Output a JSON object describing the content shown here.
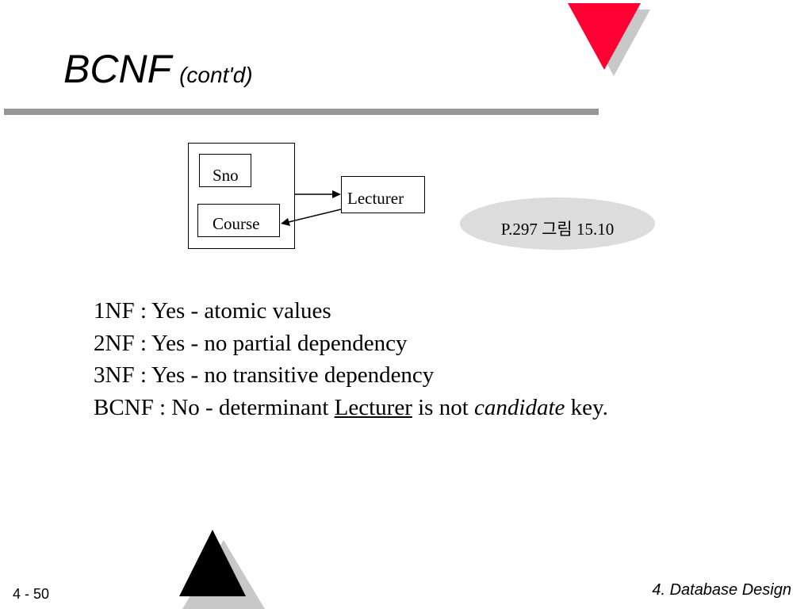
{
  "slide": {
    "title": "BCNF",
    "subtitle": "(cont'd)"
  },
  "diagram": {
    "sno_label": "Sno",
    "course_label": "Course",
    "lecturer_label": "Lecturer"
  },
  "reference": {
    "text": "P.297  그림 15.10"
  },
  "normal_forms": {
    "nf1": "1NF : Yes - atomic values",
    "nf2": "2NF : Yes - no partial dependency",
    "nf3": "3NF : Yes - no transitive dependency",
    "bcnf_prefix": "BCNF : No - determinant ",
    "bcnf_term": "Lecturer",
    "bcnf_middle": " is not ",
    "bcnf_emph": "candidate",
    "bcnf_suffix": " key."
  },
  "footer": {
    "page_number": "4 - 50",
    "chapter": "4. Database Design"
  },
  "colors": {
    "accent_red": "#ff0033",
    "shadow_gray": "#c8c8c8",
    "rule_gray": "#969696",
    "ellipse_gray": "#dcdcdc"
  }
}
